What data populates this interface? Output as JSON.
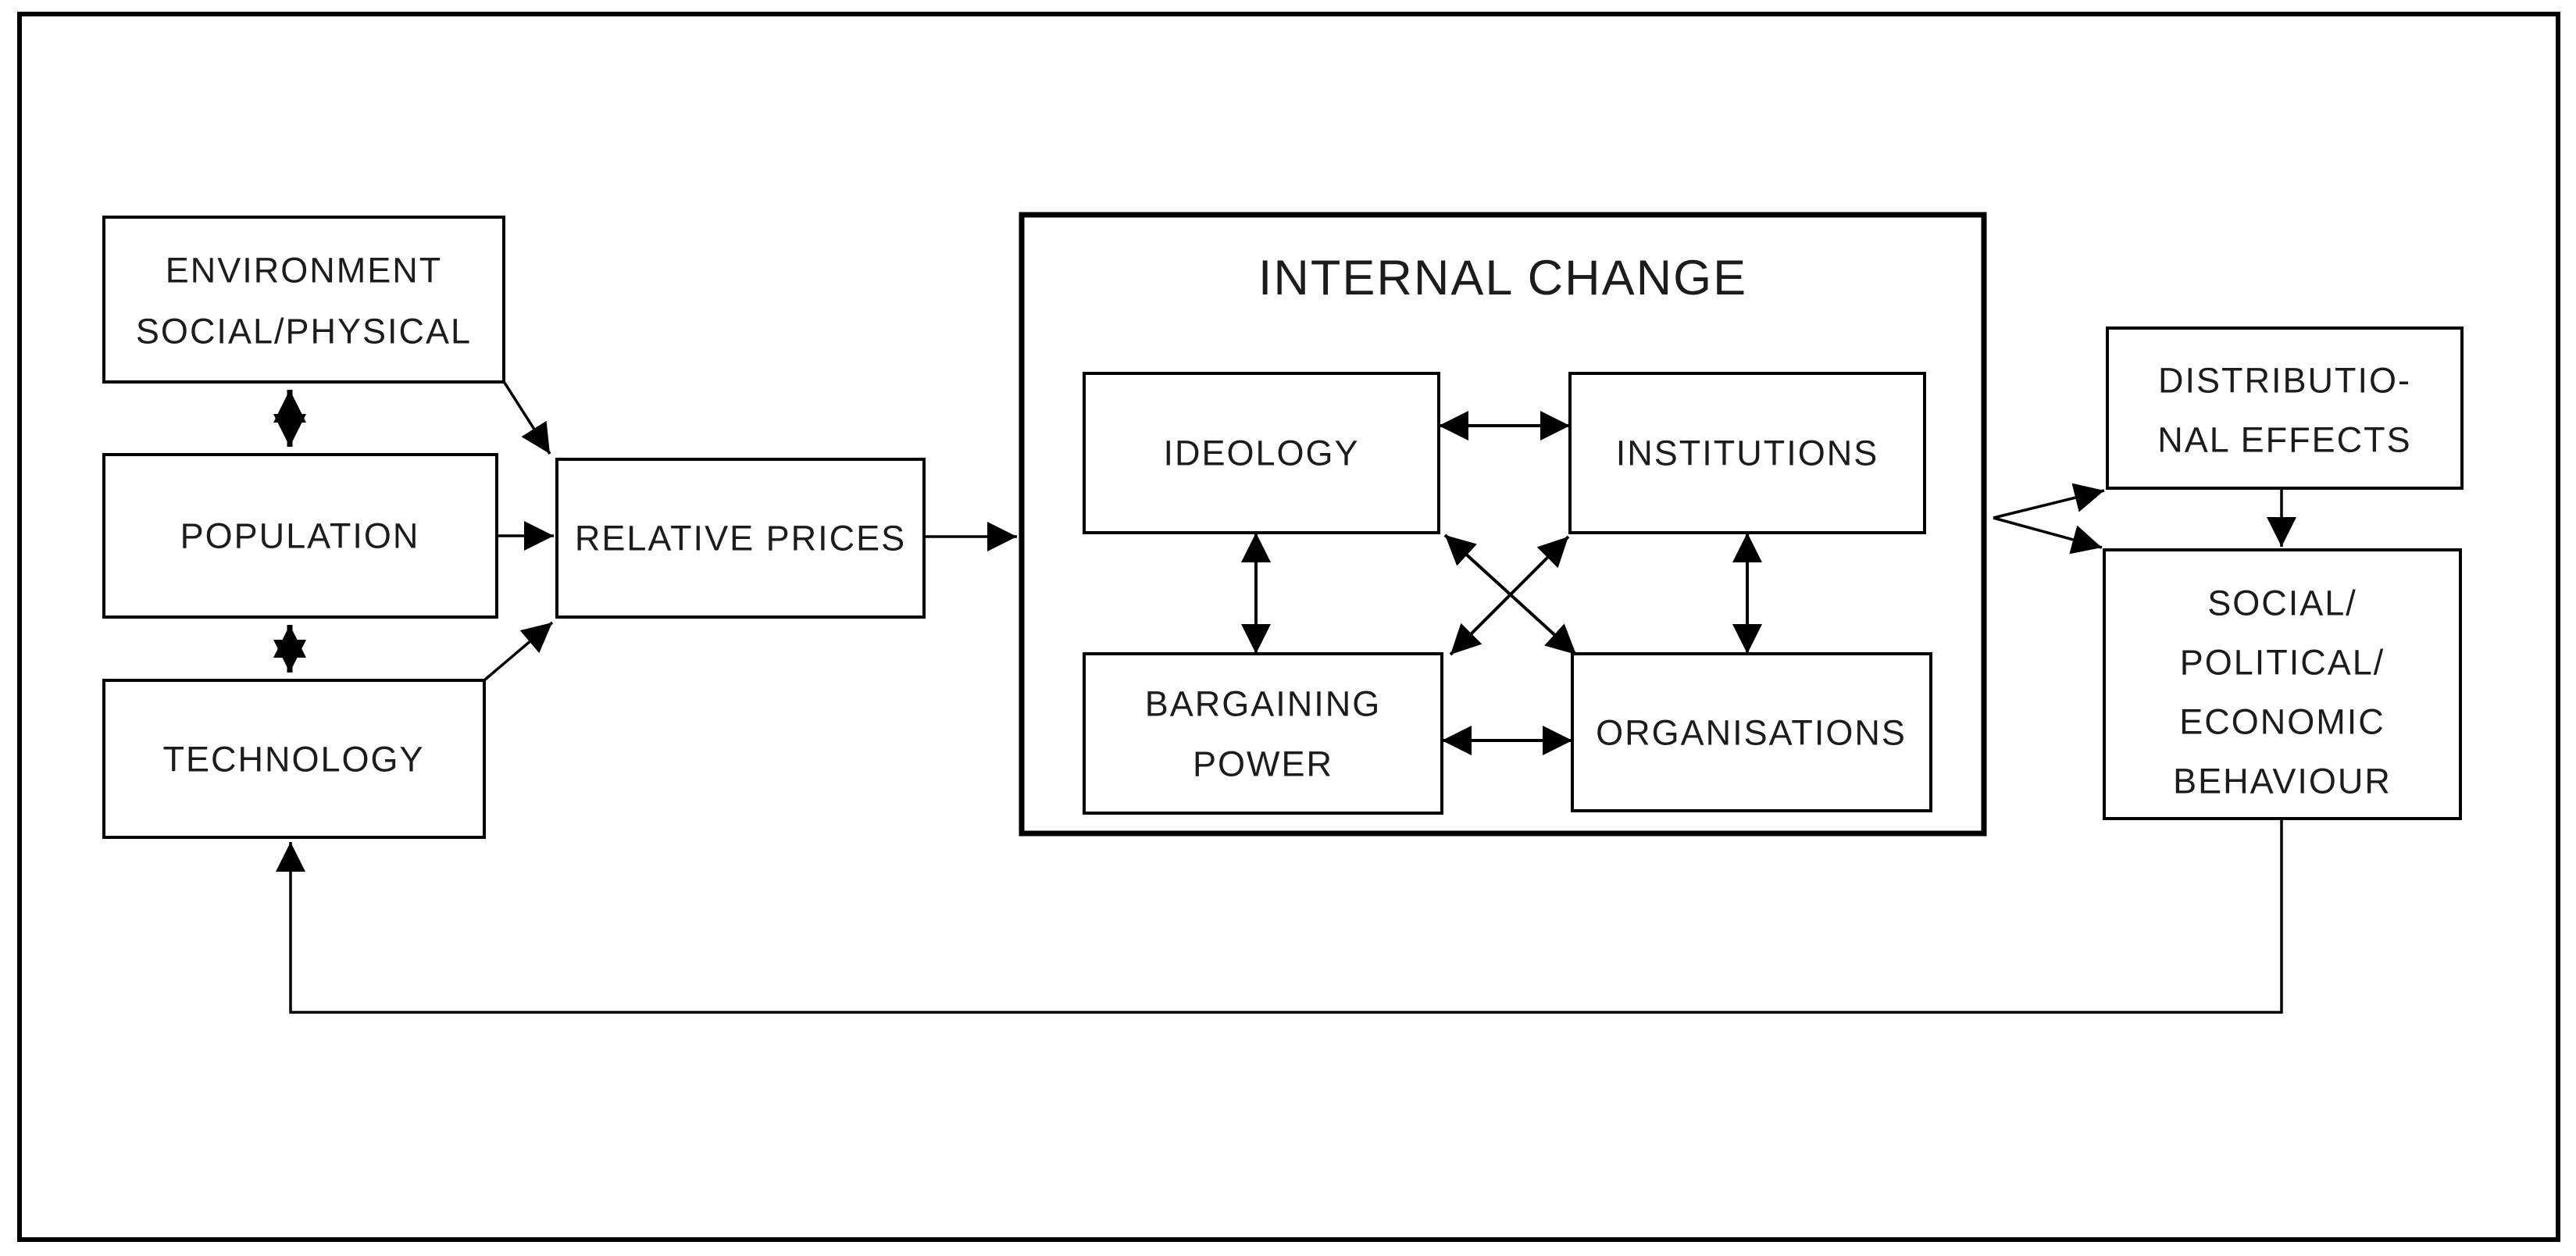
{
  "diagram": {
    "type": "flow-diagram",
    "colors": {
      "ink": "#000000",
      "text": "#1c1c1c",
      "background": "#ffffff"
    },
    "boxes": {
      "environment": {
        "label_line1": "ENVIRONMENT",
        "label_line2": "SOCIAL/PHYSICAL"
      },
      "population": {
        "label": "POPULATION"
      },
      "technology": {
        "label": "TECHNOLOGY"
      },
      "relative_prices": {
        "label": "RELATIVE PRICES"
      },
      "internal_change": {
        "title": "INTERNAL CHANGE"
      },
      "ideology": {
        "label": "IDEOLOGY"
      },
      "institutions": {
        "label": "INSTITUTIONS"
      },
      "bargaining_power": {
        "label_line1": "BARGAINING",
        "label_line2": "POWER"
      },
      "organisations": {
        "label": "ORGANISATIONS"
      },
      "distributional_effects": {
        "label_line1": "DISTRIBUTIO-",
        "label_line2": "NAL EFFECTS"
      },
      "behaviour": {
        "label_line1": "SOCIAL/",
        "label_line2": "POLITICAL/",
        "label_line3": "ECONOMIC",
        "label_line4": "BEHAVIOUR"
      }
    },
    "edges": [
      {
        "from": "environment",
        "to": "population",
        "type": "bidirectional"
      },
      {
        "from": "population",
        "to": "technology",
        "type": "bidirectional"
      },
      {
        "from": "environment",
        "to": "relative_prices",
        "type": "directed"
      },
      {
        "from": "population",
        "to": "relative_prices",
        "type": "directed"
      },
      {
        "from": "technology",
        "to": "relative_prices",
        "type": "directed"
      },
      {
        "from": "relative_prices",
        "to": "internal_change",
        "type": "directed"
      },
      {
        "from": "ideology",
        "to": "institutions",
        "type": "bidirectional"
      },
      {
        "from": "ideology",
        "to": "bargaining_power",
        "type": "bidirectional"
      },
      {
        "from": "institutions",
        "to": "organisations",
        "type": "bidirectional"
      },
      {
        "from": "bargaining_power",
        "to": "organisations",
        "type": "bidirectional"
      },
      {
        "from": "ideology",
        "to": "organisations",
        "type": "bidirectional"
      },
      {
        "from": "bargaining_power",
        "to": "institutions",
        "type": "bidirectional"
      },
      {
        "from": "internal_change",
        "to": "distributional_effects",
        "type": "directed"
      },
      {
        "from": "internal_change",
        "to": "behaviour",
        "type": "directed"
      },
      {
        "from": "distributional_effects",
        "to": "behaviour",
        "type": "directed"
      },
      {
        "from": "behaviour",
        "to": "technology",
        "type": "directed-feedback"
      }
    ]
  }
}
